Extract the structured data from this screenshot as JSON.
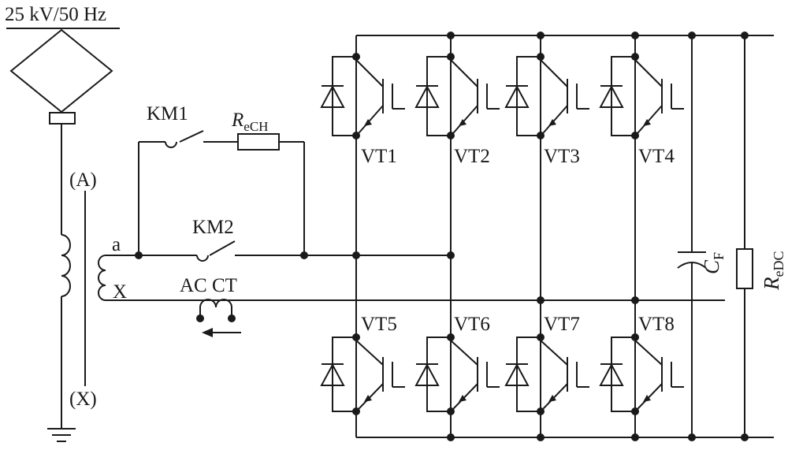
{
  "supply": {
    "voltage": "25 kV/50 Hz"
  },
  "transformer": {
    "primary_top": "(A)",
    "primary_bottom": "(X)",
    "secondary_top": "a",
    "secondary_bottom": "X"
  },
  "contactors": {
    "km1": "KM1",
    "km2": "KM2"
  },
  "charging_resistor": {
    "symbol": "R",
    "subscript": "eCH"
  },
  "current_transformer": {
    "label": "AC CT"
  },
  "switches": {
    "upper": [
      "VT1",
      "VT2",
      "VT3",
      "VT4"
    ],
    "lower": [
      "VT5",
      "VT6",
      "VT7",
      "VT8"
    ]
  },
  "dc_link": {
    "capacitor_symbol": "C",
    "capacitor_subscript": "F",
    "resistor_symbol": "R",
    "resistor_subscript": "eDC"
  }
}
